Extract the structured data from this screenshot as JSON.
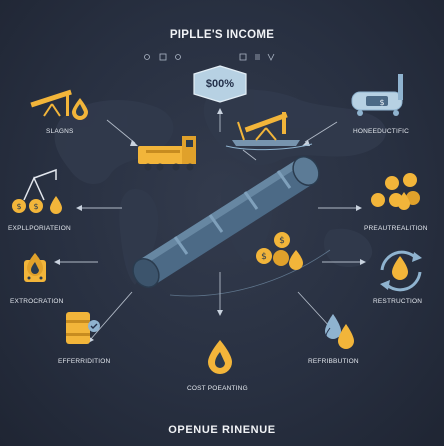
{
  "title": "PIPLLE'S INCOME",
  "footer": "OPENUE RINENUE",
  "center_badge": "$00%",
  "labels": {
    "top_left": "SLAGNS",
    "top_right": "HONEEDUCTIFIC",
    "mid_left": "EXPLLPORIATEION",
    "mid_right": "PREAUTREALITION",
    "left_lower": "EXTROCRATION",
    "right_lower": "RESTRUCTION",
    "bottom_left": "EFFERRIDITION",
    "bottom_center": "COST POEANTING",
    "bottom_right": "REFRIBBUTION"
  },
  "icons": {
    "top_left": "pumpjack-oil-drop-icon",
    "top_right": "oil-tank-truck-icon",
    "mid_left": "oil-derrick-coins-icon",
    "mid_right": "coin-stack-icon",
    "left_lower": "oil-barrel-drop-icon",
    "right_lower": "recycle-oil-drop-icon",
    "bottom_left": "oil-drum-check-icon",
    "bottom_center": "oil-drop-icon",
    "bottom_right": "oil-drops-icon",
    "center_top": "oil-pumpjack-icon",
    "center_left": "oil-tanker-truck-icon",
    "center_right": "dollar-coins-oil-drop-icon",
    "center": "pipeline-icon"
  },
  "colors": {
    "background": "#283041",
    "accent_gold": "#f2b53a",
    "accent_blue": "#8fb3cf",
    "pipe": "#4c6a86",
    "badge": "#b7d1e3"
  }
}
